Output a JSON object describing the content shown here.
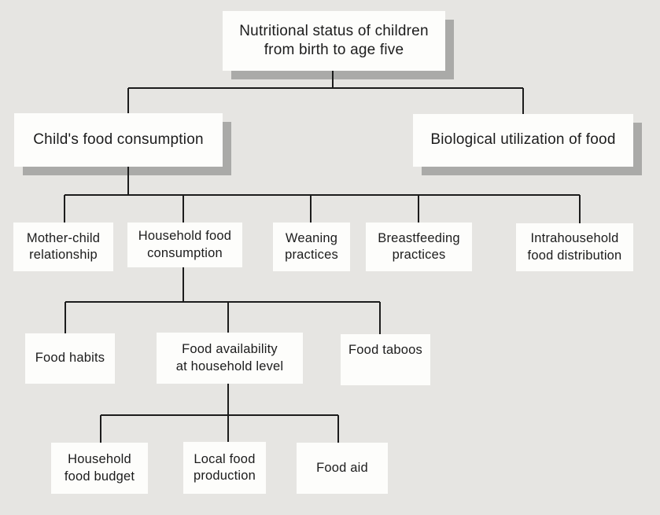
{
  "diagram": {
    "title": "Nutritional status of children from birth to age five",
    "type": "hierarchy-tree",
    "colors": {
      "background": "#e6e5e2",
      "box": "#fdfdfb",
      "shadow": "#aaaaa8",
      "line": "#1c1c1c",
      "text": "#1c1c1c"
    },
    "nodes": {
      "root": {
        "label": "Nutritional status of children\nfrom birth to age five"
      },
      "child_food_consumption": {
        "label": "Child's food consumption"
      },
      "biological_utilization": {
        "label": "Biological utilization of food"
      },
      "mother_child_relationship": {
        "label": "Mother-child\nrelationship"
      },
      "household_food_consumption": {
        "label": "Household food\nconsumption"
      },
      "weaning_practices": {
        "label": "Weaning\npractices"
      },
      "breastfeeding_practices": {
        "label": "Breastfeeding\npractices"
      },
      "intrahousehold_food_distribution": {
        "label": "Intrahousehold\nfood distribution"
      },
      "food_habits": {
        "label": "Food habits"
      },
      "food_availability": {
        "label": "Food availability\nat household level"
      },
      "food_taboos": {
        "label": "Food taboos"
      },
      "household_food_budget": {
        "label": "Household\nfood budget"
      },
      "local_food_production": {
        "label": "Local food\nproduction"
      },
      "food_aid": {
        "label": "Food aid"
      }
    },
    "edges": [
      {
        "parent": "root",
        "child": "child_food_consumption"
      },
      {
        "parent": "root",
        "child": "biological_utilization"
      },
      {
        "parent": "child_food_consumption",
        "child": "mother_child_relationship"
      },
      {
        "parent": "child_food_consumption",
        "child": "household_food_consumption"
      },
      {
        "parent": "child_food_consumption",
        "child": "weaning_practices"
      },
      {
        "parent": "child_food_consumption",
        "child": "breastfeeding_practices"
      },
      {
        "parent": "child_food_consumption",
        "child": "intrahousehold_food_distribution"
      },
      {
        "parent": "household_food_consumption",
        "child": "food_habits"
      },
      {
        "parent": "household_food_consumption",
        "child": "food_availability"
      },
      {
        "parent": "household_food_consumption",
        "child": "food_taboos"
      },
      {
        "parent": "food_availability",
        "child": "household_food_budget"
      },
      {
        "parent": "food_availability",
        "child": "local_food_production"
      },
      {
        "parent": "food_availability",
        "child": "food_aid"
      }
    ]
  }
}
